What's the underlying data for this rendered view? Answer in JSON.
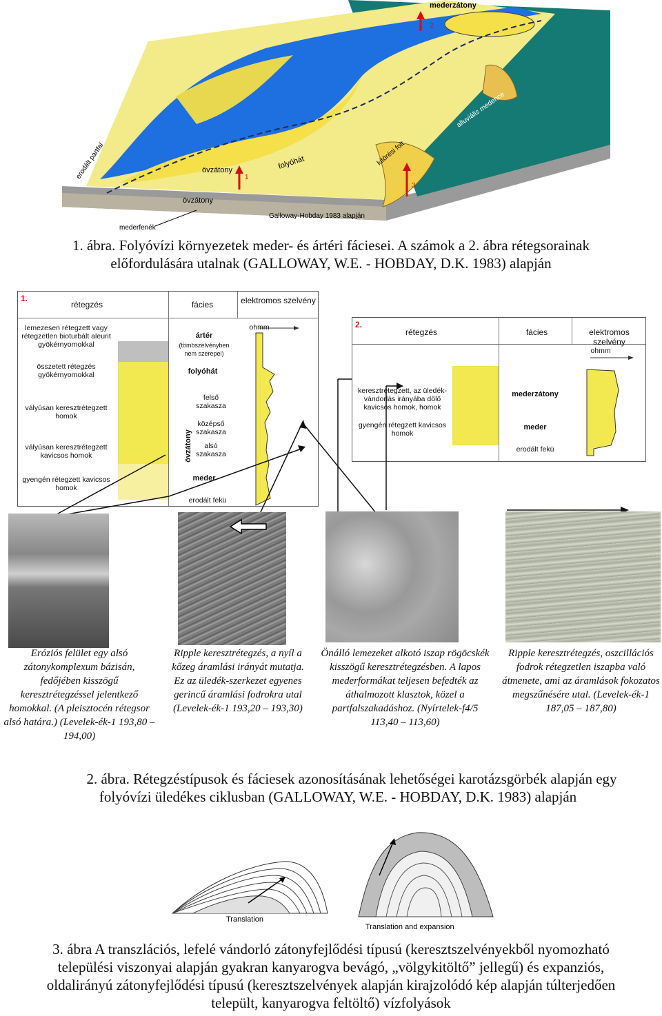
{
  "figure1": {
    "labels": {
      "top": "mederzátony",
      "alluvial": "alluviális medence",
      "crevasse": "kitörési folt",
      "levee": "folyóhát",
      "point_bar": "övzátony",
      "point_bar_lower": "övzátony",
      "eroded_bank": "erodált partfal",
      "channel_floor": "mederfenék",
      "credit": "Galloway-Hobday 1983 alapján",
      "n1": "1",
      "n2": "2",
      "n3": "3"
    },
    "caption_line1": "1. ábra. Folyóvízi környezetek meder- és ártéri fáciesei. A számok a 2. ábra rétegsorainak",
    "caption_line2": "előfordulására utalnak (GALLOWAY, W.E. - HOBDAY, D.K. 1983) alapján"
  },
  "column1": {
    "number": "1.",
    "headers": [
      "rétegzés",
      "fácies",
      "elektromos szelvény"
    ],
    "strata": [
      "lemezesen rétegzett vagy rétegzetlen bioturbált aleurit gyökérnyomokkal",
      "összetett rétegzés gyökérnyomokkal",
      "vályúsan keresztrétegzett homok",
      "vályúsan keresztrétegzett kavicsos homok",
      "gyengén rétegzett kavicsos homok"
    ],
    "facies": {
      "floodplain": "ártér",
      "floodplain_note": "(tömbszelvényben nem szerepel)",
      "levee": "folyóhát",
      "point_bar": "övzátony",
      "upper": "felső szakasza",
      "middle": "középső szakasza",
      "lower": "alsó szakasza",
      "channel": "meder",
      "base": "erodált fekü"
    },
    "unit": "ohmm"
  },
  "column2": {
    "number": "2.",
    "headers": [
      "rétegzés",
      "fácies",
      "elektromos szelvény"
    ],
    "strata": [
      "keresztrétegzett, az üledék-vándorlás irányába dőlő kavicsos homok, homok",
      "gyengén rétegzett kavicsos homok"
    ],
    "facies": {
      "bar": "mederzátony",
      "channel": "meder",
      "base": "erodált fekü"
    },
    "unit": "ohmm"
  },
  "photos": [
    {
      "caption": "Eróziós felület egy alsó zátonykomplexum bázisán, fedőjében kisszögű keresztrétegzéssel jelentkező homokkal. (A pleisztocén rétegsor alsó határa.) (Levelek-ék-1 193,80 – 194,00)"
    },
    {
      "caption": "Ripple keresztrétegzés, a nyíl a kőzeg áramlási irányát mutatja. Ez az üledék-szerkezet egyenes gerincű áramlási fodrokra utal (Levelek-ék-1 193,20 – 193,30)"
    },
    {
      "caption": "Önálló lemezeket alkotó iszap rögöcskék kisszögű keresztrétegzésben. A lapos mederformákat teljesen befedték az áthalmozott klasztok, közel a partfalszakadáshoz. (Nyírtelek-f4/5 113,40 – 113,60)"
    },
    {
      "caption": "Ripple keresztrétegzés, oszcillációs fodrok rétegzetlen iszapba való átmenete, ami az áramlások fokozatos megszűnésére utal. (Levelek-ék-1 187,05 – 187,80)"
    }
  ],
  "figure2": {
    "caption_line1": "2. ábra. Rétegzéstípusok és fáciesek azonosításának lehetőségei karotázsgörbék alapján egy",
    "caption_line2": "folyóvízi üledékes ciklusban (GALLOWAY, W.E. - HOBDAY, D.K. 1983) alapján"
  },
  "figure3": {
    "label_left": "Translation",
    "label_right": "Translation and expansion",
    "caption_line1": "3. ábra A transzlációs, lefelé vándorló zátonyfejlődési típusú (keresztszelvényekből nyomozható",
    "caption_line2": "települési viszonyai alapján gyakran kanyarogva bevágó, „völgykitöltő” jellegű) és expanziós,",
    "caption_line3": "oldalirányú zátonyfejlődési típusú (keresztszelvények alapján kirajzolódó kép alapján túlterjedően",
    "caption_line4": "települt, kanyarogva feltöltő) vízfolyások"
  }
}
